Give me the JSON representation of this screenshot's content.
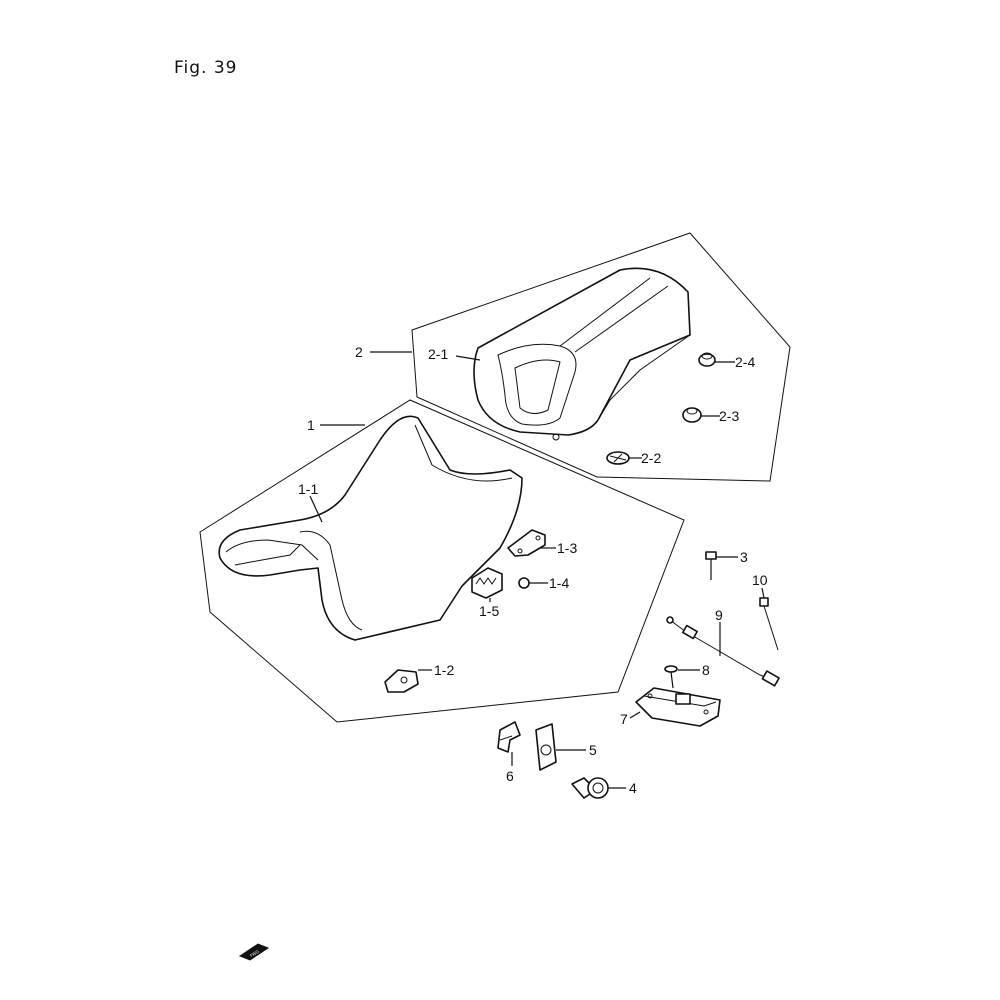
{
  "figure": {
    "title": "Fig. 39"
  },
  "callouts": {
    "c2": "2",
    "c2_1": "2-1",
    "c2_4": "2-4",
    "c2_3": "2-3",
    "c2_2": "2-2",
    "c1": "1",
    "c1_1": "1-1",
    "c1_3": "1-3",
    "c1_4": "1-4",
    "c1_5": "1-5",
    "c1_2": "1-2",
    "c3": "3",
    "c10": "10",
    "c9": "9",
    "c8": "8",
    "c7": "7",
    "c5": "5",
    "c6": "6",
    "c4": "4"
  },
  "fwd_badge": {
    "text": "FWD"
  },
  "colors": {
    "line": "#111111",
    "background": "#ffffff"
  }
}
